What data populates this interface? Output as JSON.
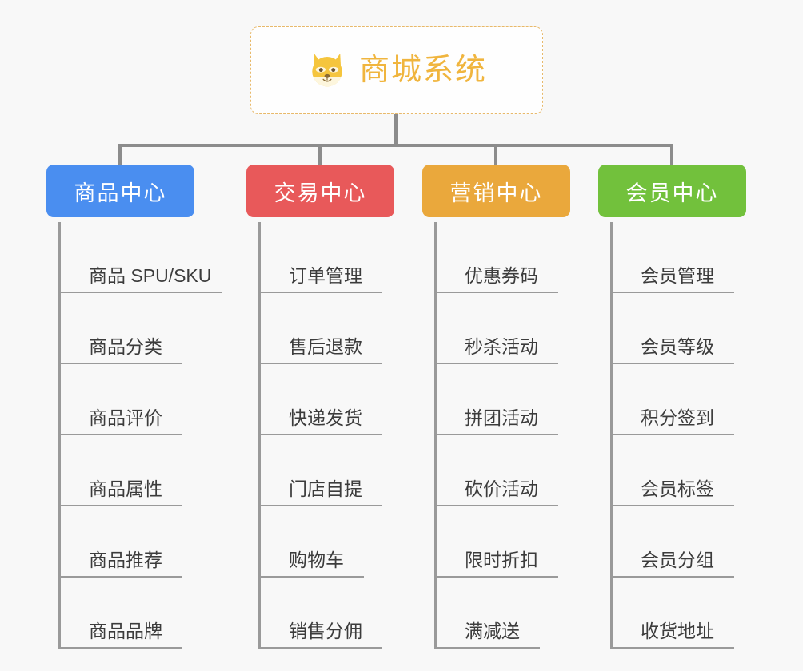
{
  "colors": {
    "background": "#f8f8f8",
    "root_border": "#e8b96a",
    "root_text": "#f0b53e",
    "connector": "#8c8c8c",
    "leaf_line": "#9a9a9a",
    "leaf_text": "#3c3c3c",
    "category_blue": "#4a8ef0",
    "category_red": "#e8595a",
    "category_orange": "#eaa83c",
    "category_green": "#72c13c"
  },
  "root": {
    "title": "商城系统",
    "icon": "dog-face-icon"
  },
  "categories": [
    {
      "label": "商品中心",
      "color": "#4a8ef0",
      "items": [
        "商品 SPU/SKU",
        "商品分类",
        "商品评价",
        "商品属性",
        "商品推荐",
        "商品品牌"
      ]
    },
    {
      "label": "交易中心",
      "color": "#e8595a",
      "items": [
        "订单管理",
        "售后退款",
        "快递发货",
        "门店自提",
        "购物车",
        "销售分佣"
      ]
    },
    {
      "label": "营销中心",
      "color": "#eaa83c",
      "items": [
        "优惠券码",
        "秒杀活动",
        "拼团活动",
        "砍价活动",
        "限时折扣",
        "满减送"
      ]
    },
    {
      "label": "会员中心",
      "color": "#72c13c",
      "items": [
        "会员管理",
        "会员等级",
        "积分签到",
        "会员标签",
        "会员分组",
        "收货地址"
      ]
    }
  ]
}
